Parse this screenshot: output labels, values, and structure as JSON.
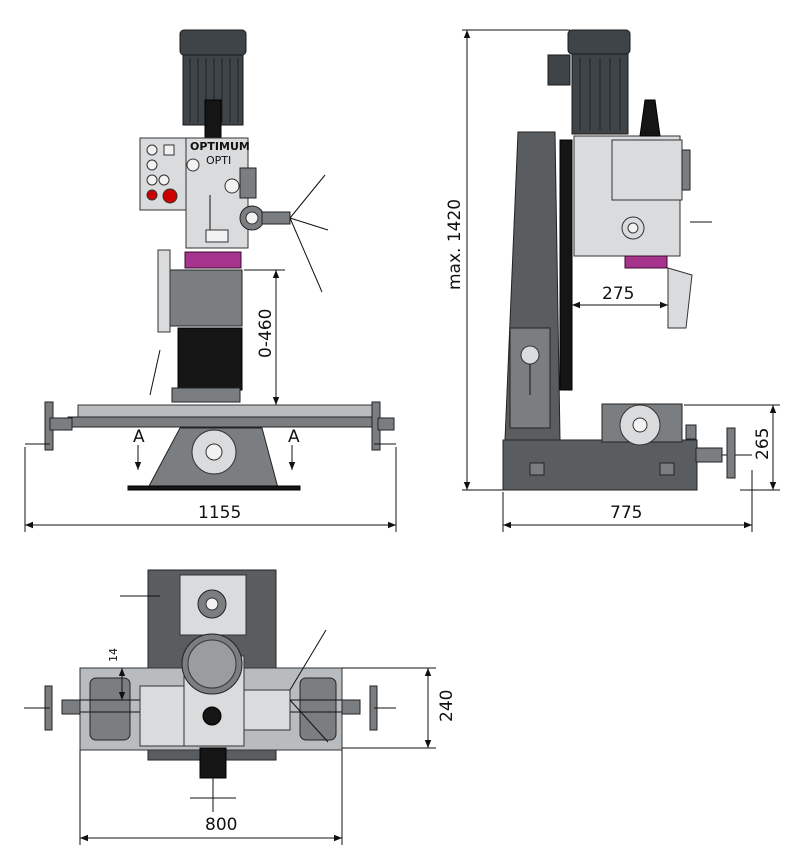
{
  "brand": "OPTIMUM",
  "model_label": "OPTI",
  "dimensions": {
    "front_width": "1155",
    "front_travel": "0-460",
    "section_left": "A",
    "section_right": "A",
    "side_height": "max. 1420",
    "side_throat": "275",
    "side_table_height": "265",
    "side_depth": "775",
    "top_slot": "14",
    "top_table_depth": "240",
    "top_width": "800"
  },
  "colors": {
    "column": "#5a5d60",
    "motor": "#3f4448",
    "head": "#d9dbdd",
    "accent": "#a6348c"
  }
}
